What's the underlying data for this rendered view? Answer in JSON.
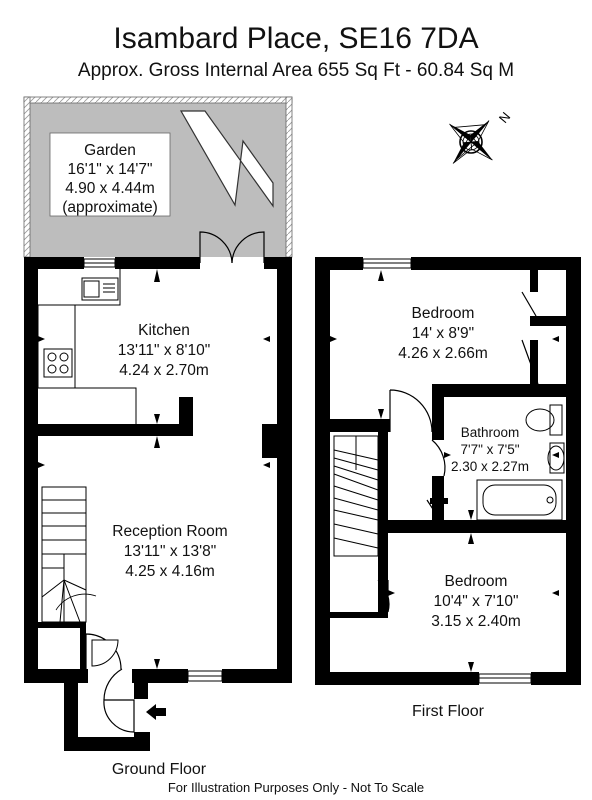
{
  "header": {
    "title": "Isambard Place, SE16 7DA",
    "subtitle": "Approx. Gross Internal Area   655 Sq Ft  -  60.84 Sq M"
  },
  "footer": {
    "disclaimer": "For Illustration Purposes Only - Not To Scale"
  },
  "compass": {
    "label": "N"
  },
  "floors": {
    "ground": {
      "label": "Ground Floor"
    },
    "first": {
      "label": "First Floor"
    }
  },
  "rooms": {
    "garden": {
      "name": "Garden",
      "dim_imperial": "16'1\" x 14'7\"",
      "dim_metric": "4.90 x 4.44m",
      "note": "(approximate)"
    },
    "kitchen": {
      "name": "Kitchen",
      "dim_imperial": "13'11\" x 8'10\"",
      "dim_metric": "4.24 x 2.70m"
    },
    "reception": {
      "name": "Reception Room",
      "dim_imperial": "13'11\" x 13'8\"",
      "dim_metric": "4.25 x 4.16m"
    },
    "bedroom1": {
      "name": "Bedroom",
      "dim_imperial": "14' x 8'9\"",
      "dim_metric": "4.26 x 2.66m"
    },
    "bathroom": {
      "name": "Bathroom",
      "dim_imperial": "7'7\" x 7'5\"",
      "dim_metric": "2.30 x 2.27m"
    },
    "bedroom2": {
      "name": "Bedroom",
      "dim_imperial": "10'4\" x 7'10\"",
      "dim_metric": "3.15 x 2.40m"
    }
  },
  "colors": {
    "wall": "#000000",
    "garden_fill": "#bdbdbd",
    "paper": "#ffffff"
  }
}
